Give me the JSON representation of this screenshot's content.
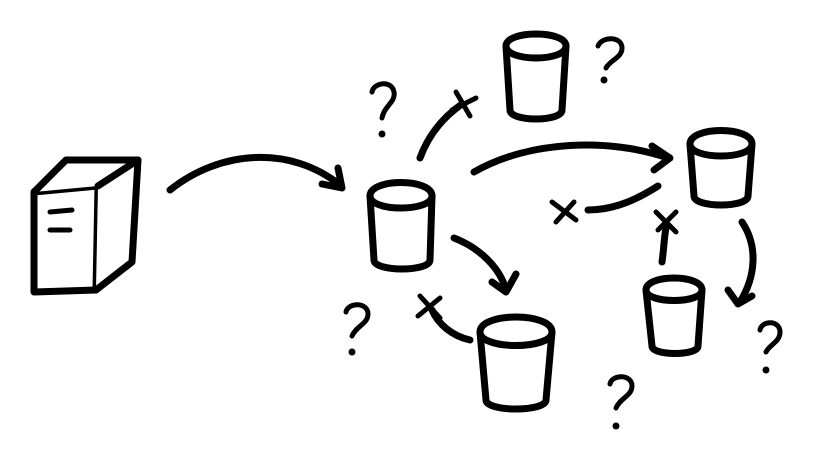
{
  "diagram": {
    "ink_color": "#000000",
    "background_color": "#ffffff",
    "nodes": [
      {
        "id": "server",
        "kind": "server-icon"
      },
      {
        "id": "db-center",
        "kind": "database-icon"
      },
      {
        "id": "db-top",
        "kind": "database-icon"
      },
      {
        "id": "db-right-upper",
        "kind": "database-icon"
      },
      {
        "id": "db-right-lower",
        "kind": "database-icon"
      },
      {
        "id": "db-bottom",
        "kind": "database-icon"
      }
    ],
    "edges": [
      {
        "from": "server",
        "to": "db-center",
        "state": "ok"
      },
      {
        "from": "db-center",
        "to": "db-top",
        "state": "failed"
      },
      {
        "from": "db-center",
        "to": "db-right-upper",
        "state": "ok"
      },
      {
        "from": "db-right-upper",
        "to": "db-center",
        "state": "failed"
      },
      {
        "from": "db-center",
        "to": "db-bottom",
        "state": "ok"
      },
      {
        "from": "db-bottom",
        "to": "db-center",
        "state": "failed"
      },
      {
        "from": "db-right-lower",
        "to": "db-right-upper",
        "state": "failed"
      },
      {
        "from": "db-right-upper",
        "to": "db-right-lower",
        "state": "ok"
      }
    ],
    "unknown_markers": [
      "?",
      "?",
      "?",
      "?",
      "?",
      "?"
    ]
  }
}
